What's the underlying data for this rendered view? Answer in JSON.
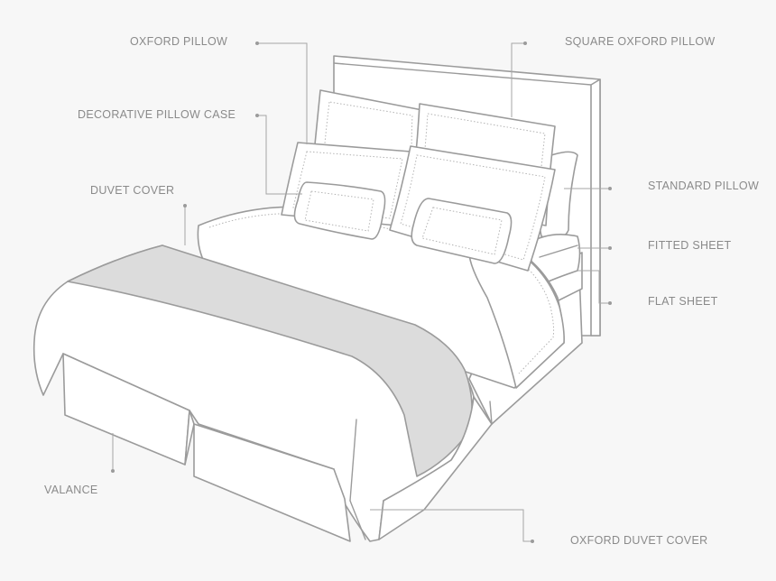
{
  "labels": {
    "oxford_pillow": "OXFORD PILLOW",
    "decorative_pillow_case": "DECORATIVE PILLOW CASE",
    "duvet_cover": "DUVET COVER",
    "valance": "VALANCE",
    "square_oxford_pillow": "SQUARE OXFORD PILLOW",
    "standard_pillow": "STANDARD PILLOW",
    "fitted_sheet": "FITTED SHEET",
    "flat_sheet": "FLAT SHEET",
    "oxford_duvet_cover": "OXFORD DUVET COVER"
  },
  "colors": {
    "background": "#f7f7f7",
    "outline": "#9b9b9b",
    "label_text": "#8a8a8a",
    "runner_fill": "#dcdcdc"
  }
}
